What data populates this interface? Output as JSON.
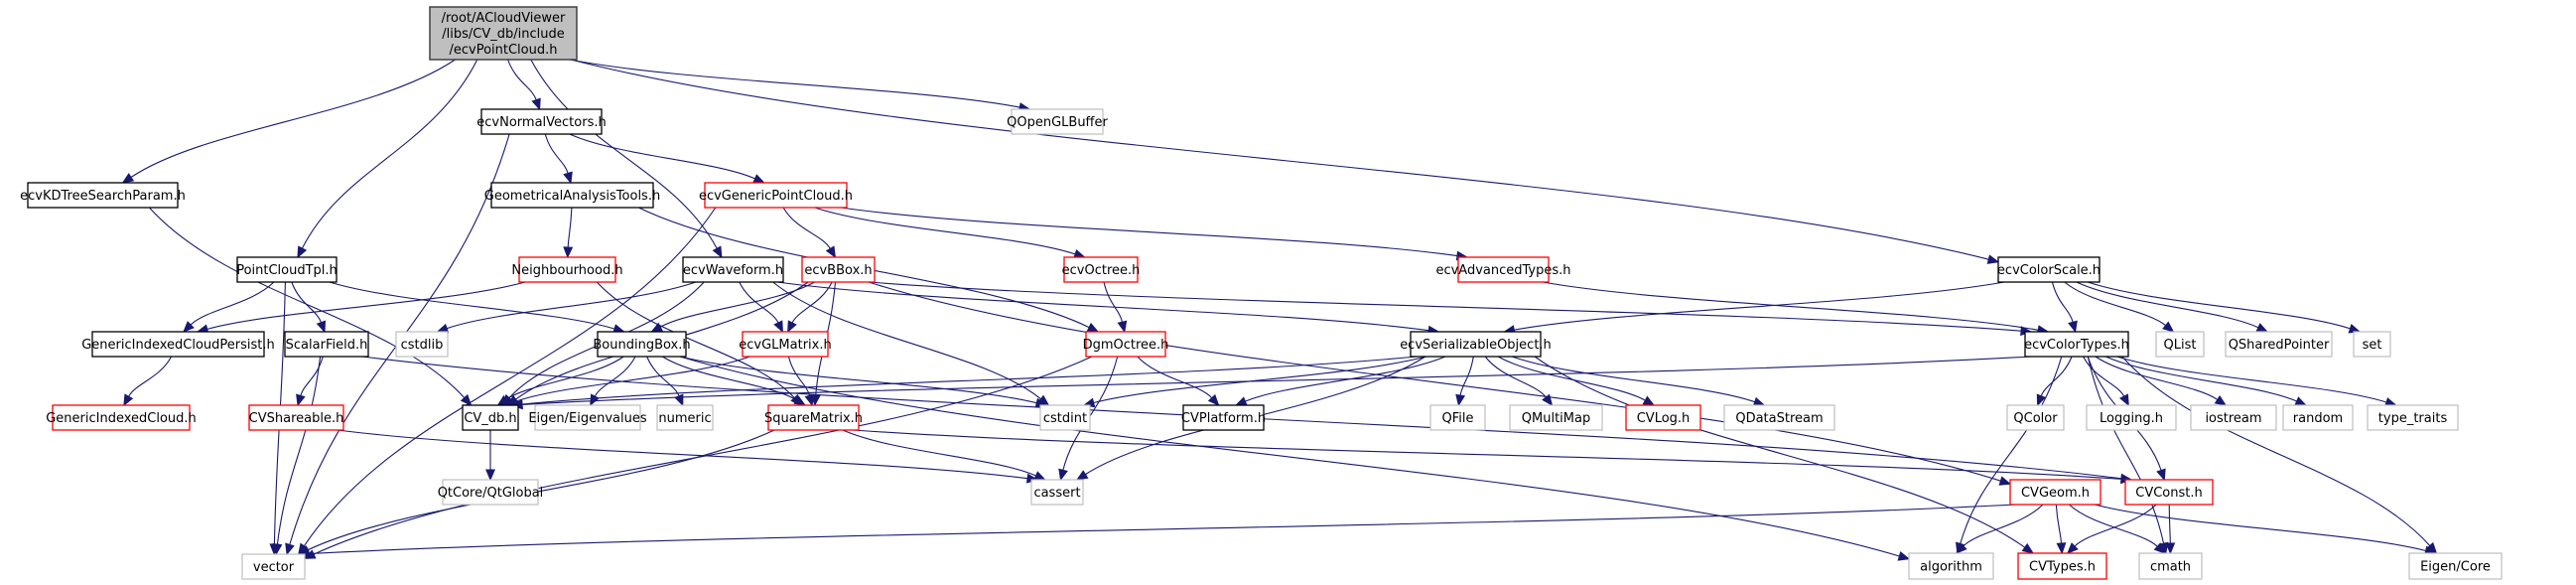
{
  "title": "Include dependency graph for ecvPointCloud.h",
  "colors": {
    "edge": "#191970",
    "root_fill": "#bfbfbf",
    "root_border": "#404040",
    "documented_border": "#000000",
    "truncated_border": "#ff0000",
    "external_border": "#bfbfbf"
  },
  "nodes": [
    {
      "id": "root",
      "lines": [
        "/root/ACloudViewer",
        "/libs/CV_db/include",
        "/ecvPointCloud.h"
      ],
      "kind": "root"
    },
    {
      "id": "ecvNormalVectors",
      "lines": [
        "ecvNormalVectors.h"
      ],
      "kind": "documented"
    },
    {
      "id": "QOpenGLBuffer",
      "lines": [
        "QOpenGLBuffer"
      ],
      "kind": "external"
    },
    {
      "id": "ecvKDTreeSearchParam",
      "lines": [
        "ecvKDTreeSearchParam.h"
      ],
      "kind": "documented"
    },
    {
      "id": "GeometricalAnalysisTools",
      "lines": [
        "GeometricalAnalysisTools.h"
      ],
      "kind": "documented"
    },
    {
      "id": "ecvGenericPointCloud",
      "lines": [
        "ecvGenericPointCloud.h"
      ],
      "kind": "truncated"
    },
    {
      "id": "PointCloudTpl",
      "lines": [
        "PointCloudTpl.h"
      ],
      "kind": "documented"
    },
    {
      "id": "Neighbourhood",
      "lines": [
        "Neighbourhood.h"
      ],
      "kind": "truncated"
    },
    {
      "id": "ecvWaveform",
      "lines": [
        "ecvWaveform.h"
      ],
      "kind": "documented"
    },
    {
      "id": "ecvBBox",
      "lines": [
        "ecvBBox.h"
      ],
      "kind": "truncated"
    },
    {
      "id": "ecvOctree",
      "lines": [
        "ecvOctree.h"
      ],
      "kind": "truncated"
    },
    {
      "id": "ecvAdvancedTypes",
      "lines": [
        "ecvAdvancedTypes.h"
      ],
      "kind": "truncated"
    },
    {
      "id": "ecvColorScale",
      "lines": [
        "ecvColorScale.h"
      ],
      "kind": "documented"
    },
    {
      "id": "GenericIndexedCloudPersist",
      "lines": [
        "GenericIndexedCloudPersist.h"
      ],
      "kind": "documented"
    },
    {
      "id": "ScalarField",
      "lines": [
        "ScalarField.h"
      ],
      "kind": "documented"
    },
    {
      "id": "cstdlib",
      "lines": [
        "cstdlib"
      ],
      "kind": "external"
    },
    {
      "id": "BoundingBox",
      "lines": [
        "BoundingBox.h"
      ],
      "kind": "documented"
    },
    {
      "id": "ecvGLMatrix",
      "lines": [
        "ecvGLMatrix.h"
      ],
      "kind": "truncated"
    },
    {
      "id": "DgmOctree",
      "lines": [
        "DgmOctree.h"
      ],
      "kind": "truncated"
    },
    {
      "id": "ecvSerializableObject",
      "lines": [
        "ecvSerializableObject.h"
      ],
      "kind": "documented"
    },
    {
      "id": "ecvColorTypes",
      "lines": [
        "ecvColorTypes.h"
      ],
      "kind": "documented"
    },
    {
      "id": "QList",
      "lines": [
        "QList"
      ],
      "kind": "external"
    },
    {
      "id": "QSharedPointer",
      "lines": [
        "QSharedPointer"
      ],
      "kind": "external"
    },
    {
      "id": "set",
      "lines": [
        "set"
      ],
      "kind": "external"
    },
    {
      "id": "GenericIndexedCloud",
      "lines": [
        "GenericIndexedCloud.h"
      ],
      "kind": "truncated"
    },
    {
      "id": "CVShareable",
      "lines": [
        "CVShareable.h"
      ],
      "kind": "truncated"
    },
    {
      "id": "CV_db",
      "lines": [
        "CV_db.h"
      ],
      "kind": "documented"
    },
    {
      "id": "EigenEigenvalues",
      "lines": [
        "Eigen/Eigenvalues"
      ],
      "kind": "external"
    },
    {
      "id": "numeric",
      "lines": [
        "numeric"
      ],
      "kind": "external"
    },
    {
      "id": "SquareMatrix",
      "lines": [
        "SquareMatrix.h"
      ],
      "kind": "truncated"
    },
    {
      "id": "cstdint",
      "lines": [
        "cstdint"
      ],
      "kind": "external"
    },
    {
      "id": "CVPlatform",
      "lines": [
        "CVPlatform.h"
      ],
      "kind": "documented"
    },
    {
      "id": "QFile",
      "lines": [
        "QFile"
      ],
      "kind": "external"
    },
    {
      "id": "QMultiMap",
      "lines": [
        "QMultiMap"
      ],
      "kind": "external"
    },
    {
      "id": "CVLog",
      "lines": [
        "CVLog.h"
      ],
      "kind": "truncated"
    },
    {
      "id": "QDataStream",
      "lines": [
        "QDataStream"
      ],
      "kind": "external"
    },
    {
      "id": "QColor",
      "lines": [
        "QColor"
      ],
      "kind": "external"
    },
    {
      "id": "Logging",
      "lines": [
        "Logging.h"
      ],
      "kind": "external"
    },
    {
      "id": "iostream",
      "lines": [
        "iostream"
      ],
      "kind": "external"
    },
    {
      "id": "random",
      "lines": [
        "random"
      ],
      "kind": "external"
    },
    {
      "id": "type_traits",
      "lines": [
        "type_traits"
      ],
      "kind": "external"
    },
    {
      "id": "QtGlobal",
      "lines": [
        "QtCore/QtGlobal"
      ],
      "kind": "external"
    },
    {
      "id": "cassert",
      "lines": [
        "cassert"
      ],
      "kind": "external"
    },
    {
      "id": "CVGeom",
      "lines": [
        "CVGeom.h"
      ],
      "kind": "truncated"
    },
    {
      "id": "CVConst",
      "lines": [
        "CVConst.h"
      ],
      "kind": "truncated"
    },
    {
      "id": "vector",
      "lines": [
        "vector"
      ],
      "kind": "external"
    },
    {
      "id": "algorithm",
      "lines": [
        "algorithm"
      ],
      "kind": "external"
    },
    {
      "id": "CVTypes",
      "lines": [
        "CVTypes.h"
      ],
      "kind": "truncated"
    },
    {
      "id": "cmath",
      "lines": [
        "cmath"
      ],
      "kind": "external"
    },
    {
      "id": "EigenCore",
      "lines": [
        "Eigen/Core"
      ],
      "kind": "external"
    }
  ],
  "edges": [
    [
      "root",
      "ecvNormalVectors"
    ],
    [
      "root",
      "QOpenGLBuffer"
    ],
    [
      "root",
      "ecvKDTreeSearchParam"
    ],
    [
      "root",
      "PointCloudTpl"
    ],
    [
      "root",
      "ecvWaveform"
    ],
    [
      "root",
      "ecvColorScale"
    ],
    [
      "ecvNormalVectors",
      "GeometricalAnalysisTools"
    ],
    [
      "ecvNormalVectors",
      "ecvGenericPointCloud"
    ],
    [
      "ecvNormalVectors",
      "vector"
    ],
    [
      "ecvKDTreeSearchParam",
      "CV_db"
    ],
    [
      "GeometricalAnalysisTools",
      "Neighbourhood"
    ],
    [
      "GeometricalAnalysisTools",
      "DgmOctree"
    ],
    [
      "ecvGenericPointCloud",
      "ecvBBox"
    ],
    [
      "ecvGenericPointCloud",
      "ecvOctree"
    ],
    [
      "ecvGenericPointCloud",
      "ecvAdvancedTypes"
    ],
    [
      "ecvGenericPointCloud",
      "vector"
    ],
    [
      "PointCloudTpl",
      "GenericIndexedCloudPersist"
    ],
    [
      "PointCloudTpl",
      "ScalarField"
    ],
    [
      "PointCloudTpl",
      "BoundingBox"
    ],
    [
      "PointCloudTpl",
      "vector"
    ],
    [
      "Neighbourhood",
      "GenericIndexedCloudPersist"
    ],
    [
      "Neighbourhood",
      "SquareMatrix"
    ],
    [
      "ecvWaveform",
      "CV_db"
    ],
    [
      "ecvWaveform",
      "cstdlib"
    ],
    [
      "ecvWaveform",
      "ecvGLMatrix"
    ],
    [
      "ecvWaveform",
      "ecvSerializableObject"
    ],
    [
      "ecvWaveform",
      "cstdint"
    ],
    [
      "ecvBBox",
      "BoundingBox"
    ],
    [
      "ecvBBox",
      "ecvGLMatrix"
    ],
    [
      "ecvBBox",
      "CV_db"
    ],
    [
      "ecvBBox",
      "SquareMatrix"
    ],
    [
      "ecvBBox",
      "CVGeom"
    ],
    [
      "ecvBBox",
      "ecvColorTypes"
    ],
    [
      "ecvOctree",
      "DgmOctree"
    ],
    [
      "ecvAdvancedTypes",
      "ecvColorTypes"
    ],
    [
      "ecvColorScale",
      "ecvColorTypes"
    ],
    [
      "ecvColorScale",
      "QList"
    ],
    [
      "ecvColorScale",
      "QSharedPointer"
    ],
    [
      "ecvColorScale",
      "set"
    ],
    [
      "ecvColorScale",
      "ecvSerializableObject"
    ],
    [
      "GenericIndexedCloudPersist",
      "GenericIndexedCloud"
    ],
    [
      "ScalarField",
      "CVShareable"
    ],
    [
      "ScalarField",
      "vector"
    ],
    [
      "ScalarField",
      "CVConst"
    ],
    [
      "BoundingBox",
      "CV_db"
    ],
    [
      "BoundingBox",
      "EigenEigenvalues"
    ],
    [
      "BoundingBox",
      "numeric"
    ],
    [
      "BoundingBox",
      "SquareMatrix"
    ],
    [
      "BoundingBox",
      "cstdint"
    ],
    [
      "BoundingBox",
      "algorithm"
    ],
    [
      "ecvGLMatrix",
      "CV_db"
    ],
    [
      "ecvGLMatrix",
      "SquareMatrix"
    ],
    [
      "DgmOctree",
      "CVPlatform"
    ],
    [
      "DgmOctree",
      "cassert"
    ],
    [
      "DgmOctree",
      "vector"
    ],
    [
      "ecvSerializableObject",
      "CV_db"
    ],
    [
      "ecvSerializableObject",
      "cstdint"
    ],
    [
      "ecvSerializableObject",
      "CVPlatform"
    ],
    [
      "ecvSerializableObject",
      "QFile"
    ],
    [
      "ecvSerializableObject",
      "QMultiMap"
    ],
    [
      "ecvSerializableObject",
      "CVLog"
    ],
    [
      "ecvSerializableObject",
      "QDataStream"
    ],
    [
      "ecvSerializableObject",
      "cassert"
    ],
    [
      "ecvSerializableObject",
      "CVTypes"
    ],
    [
      "ecvColorTypes",
      "CV_db"
    ],
    [
      "ecvColorTypes",
      "QColor"
    ],
    [
      "ecvColorTypes",
      "Logging"
    ],
    [
      "ecvColorTypes",
      "iostream"
    ],
    [
      "ecvColorTypes",
      "random"
    ],
    [
      "ecvColorTypes",
      "type_traits"
    ],
    [
      "ecvColorTypes",
      "algorithm"
    ],
    [
      "ecvColorTypes",
      "CVConst"
    ],
    [
      "ecvColorTypes",
      "cmath"
    ],
    [
      "ecvColorTypes",
      "EigenCore"
    ],
    [
      "CVShareable",
      "cassert"
    ],
    [
      "CV_db",
      "QtGlobal"
    ],
    [
      "SquareMatrix",
      "cassert"
    ],
    [
      "SquareMatrix",
      "vector"
    ],
    [
      "SquareMatrix",
      "CVConst"
    ],
    [
      "CVGeom",
      "algorithm"
    ],
    [
      "CVGeom",
      "CVTypes"
    ],
    [
      "CVGeom",
      "cmath"
    ],
    [
      "CVGeom",
      "EigenCore"
    ],
    [
      "CVGeom",
      "vector"
    ],
    [
      "CVConst",
      "CVTypes"
    ],
    [
      "CVConst",
      "cmath"
    ]
  ]
}
